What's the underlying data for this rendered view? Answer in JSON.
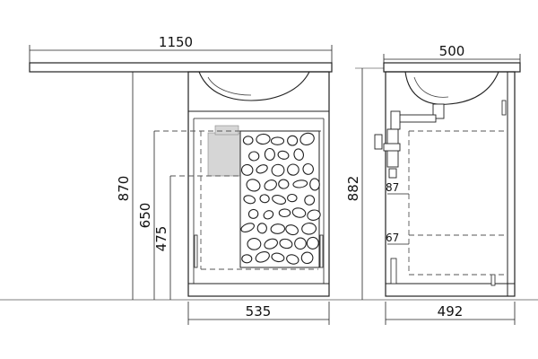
{
  "dimensions": {
    "overall_width": "1150",
    "side_width": "500",
    "height_total": "870",
    "height_mid": "650",
    "height_low": "475",
    "side_height": "882",
    "cabinet_width": "535",
    "side_depth": "492",
    "inner_upper": "87",
    "inner_lower": "67"
  },
  "colors": {
    "line": "#222222",
    "dash": "#555555",
    "shade": "#d6d6d6",
    "ground": "#999999"
  }
}
